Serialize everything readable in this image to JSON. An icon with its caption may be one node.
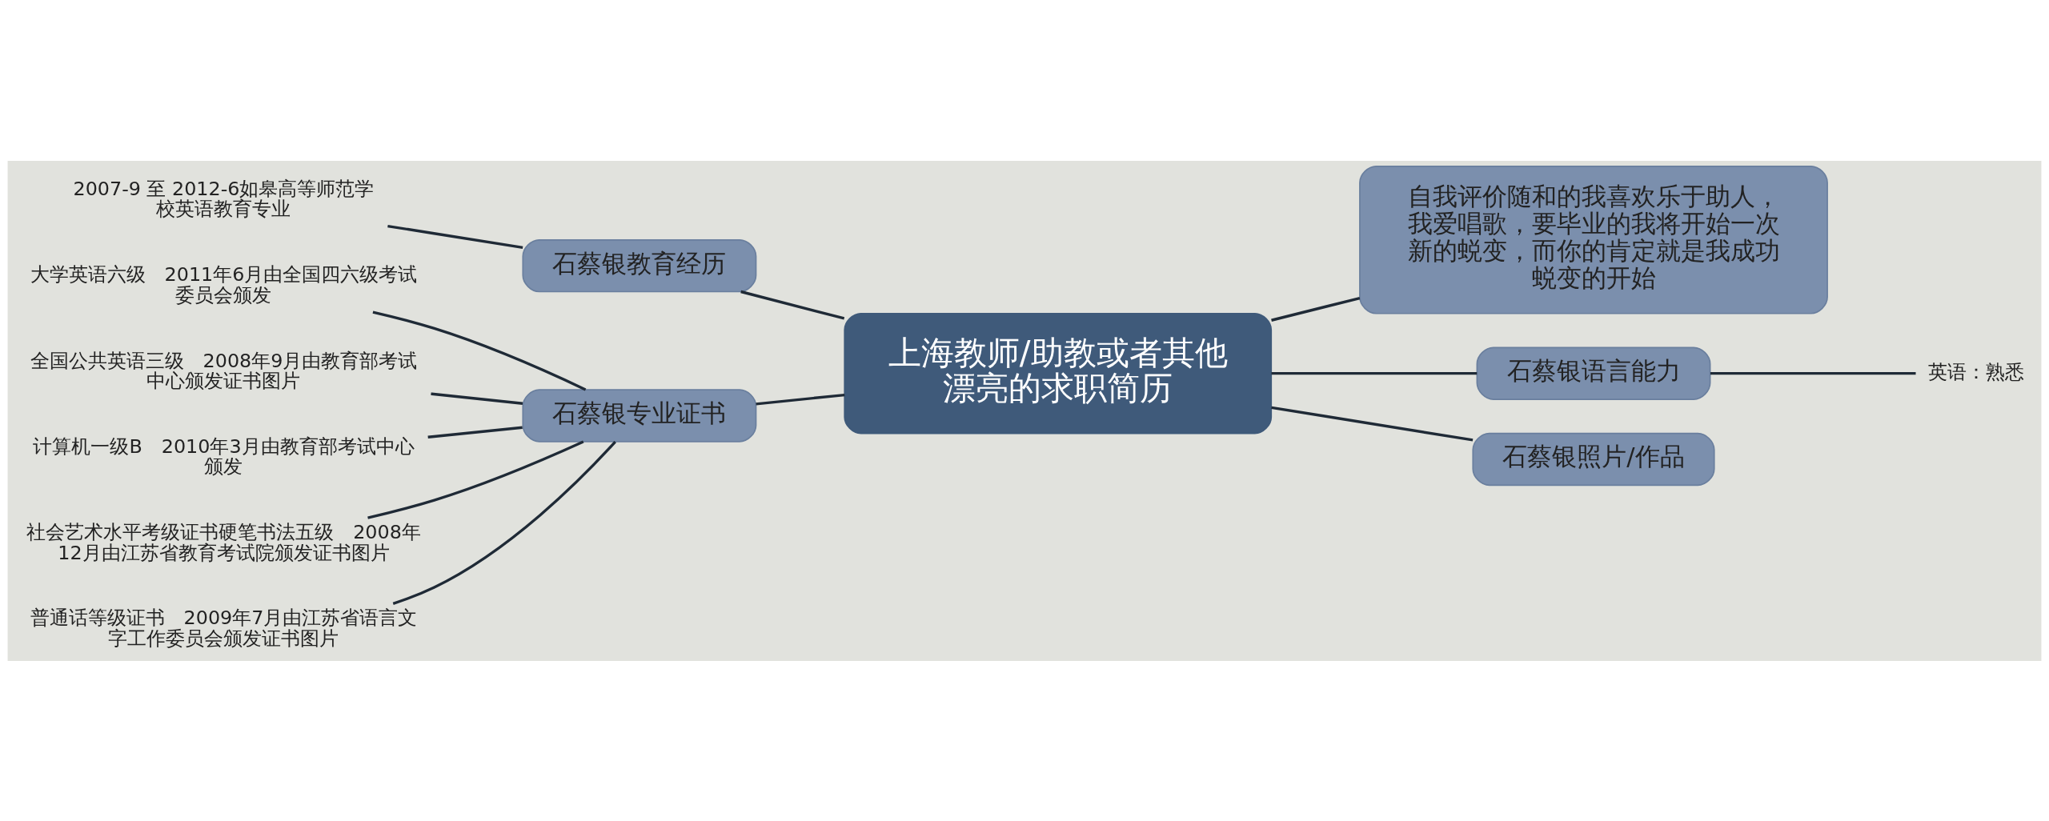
{
  "diagram": {
    "nodes": [
      {
        "text": [
          "上海教师/助教或者其他漂亮的求职简历"
        ]
      },
      {
        "text": [
          "石蔡银教育经历"
        ]
      },
      {
        "text": [
          "2007-9 至 2012-6如皋高等师范学校英语教育专业"
        ]
      },
      {
        "text": [
          "石蔡银专业证书"
        ]
      },
      {
        "text": [
          "大学英语六级　2011年6月由全国四六级考试委员会颁发"
        ]
      },
      {
        "text": [
          "全国公共英语三级　2008年9月由教育部考试中心颁发证书图片"
        ]
      },
      {
        "text": [
          "计算机一级B　2010年3月由教育部考试中心颁发"
        ]
      },
      {
        "text": [
          "社会艺术水平考级证书硬笔书法五级　2008年12月由江苏省教育考试院颁发证书图片"
        ]
      },
      {
        "text": [
          "普通话等级证书　2009年7月由江苏省语言文字工作委员会颁发证书图片"
        ]
      },
      {
        "text": [
          "自我评价随和的我喜欢乐于助人，我爱唱歌，要毕业的我将开始一次新的蜕变，而你的肯定就是我成功蜕变的开始"
        ]
      },
      {
        "text": [
          "石蔡银语言能力"
        ]
      },
      {
        "text": [
          "英语：熟悉"
        ]
      },
      {
        "text": [
          "石蔡银照片/作品"
        ]
      }
    ],
    "edges": [
      {
        "from": 0,
        "to": 1,
        "arrow": "none"
      },
      {
        "from": 1,
        "to": 2,
        "arrow": "none"
      },
      {
        "from": 0,
        "to": 3,
        "arrow": "none"
      },
      {
        "from": 3,
        "to": 4,
        "arrow": "none"
      },
      {
        "from": 3,
        "to": 5,
        "arrow": "none"
      },
      {
        "from": 3,
        "to": 6,
        "arrow": "none"
      },
      {
        "from": 3,
        "to": 7,
        "arrow": "none"
      },
      {
        "from": 3,
        "to": 8,
        "arrow": "none"
      },
      {
        "from": 0,
        "to": 9,
        "arrow": "none"
      },
      {
        "from": 0,
        "to": 10,
        "arrow": "none"
      },
      {
        "from": 10,
        "to": 11,
        "arrow": "none"
      },
      {
        "from": 0,
        "to": 12,
        "arrow": "none"
      }
    ]
  }
}
